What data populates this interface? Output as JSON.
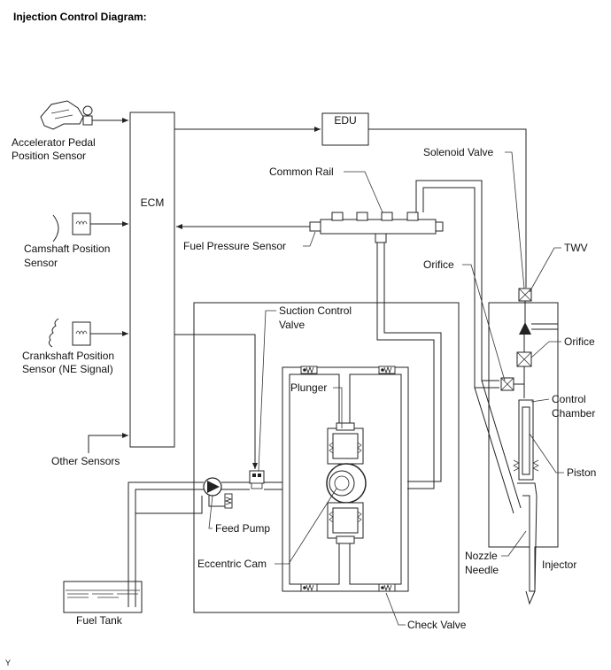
{
  "title": "Injection Control Diagram:",
  "labels": {
    "ecm": "ECM",
    "edu": "EDU",
    "accel_1": "Accelerator Pedal",
    "accel_2": "Position Sensor",
    "cam_1": "Camshaft Position",
    "cam_2": "Sensor",
    "crank_1": "Crankshaft Position",
    "crank_2": "Sensor (NE Signal)",
    "other": "Other Sensors",
    "common_rail": "Common Rail",
    "fuel_pressure": "Fuel Pressure Sensor",
    "solenoid_valve": "Solenoid Valve",
    "twv": "TWV",
    "orifice_left": "Orifice",
    "orifice_right": "Orifice",
    "control_1": "Control",
    "control_2": "Chamber",
    "piston": "Piston",
    "nozzle_1": "Nozzle",
    "nozzle_2": "Needle",
    "injector": "Injector",
    "suction_1": "Suction Control",
    "suction_2": "Valve",
    "plunger": "Plunger",
    "feed_pump": "Feed Pump",
    "eccentric_cam": "Eccentric Cam",
    "fuel_tank": "Fuel Tank",
    "check_valve": "Check Valve",
    "corner_mark": "Y"
  },
  "colors": {
    "line": "#222222",
    "text": "#111111",
    "background": "#ffffff"
  }
}
